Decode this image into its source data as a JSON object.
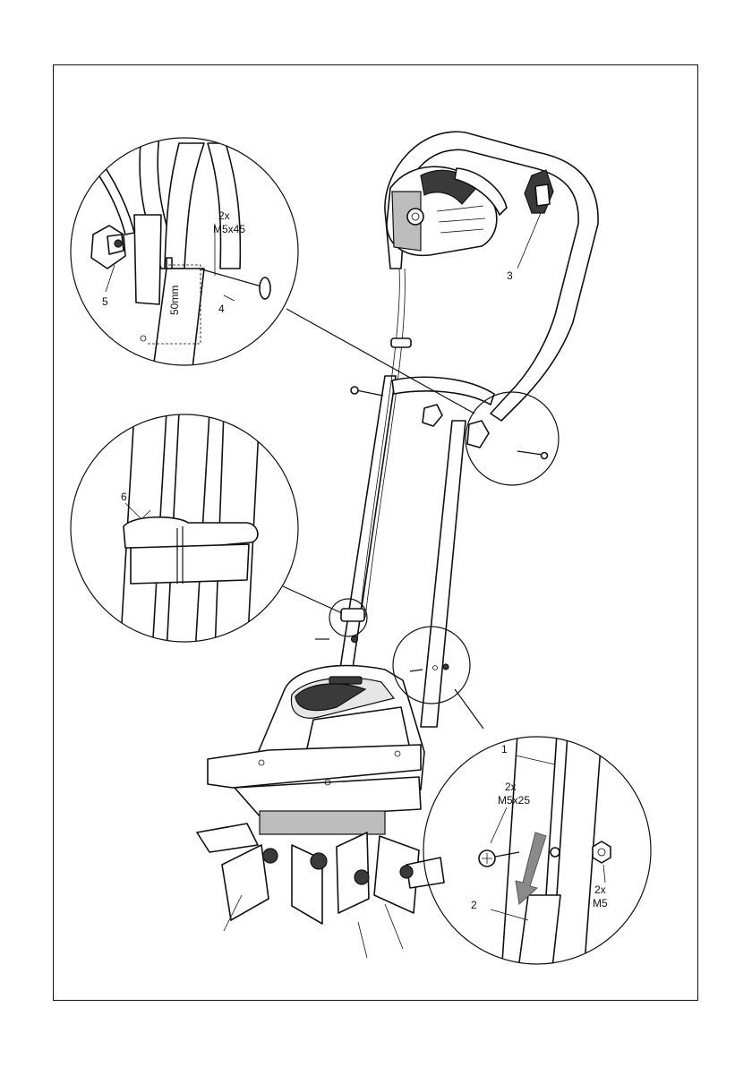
{
  "callouts": {
    "part_1": "1",
    "part_2": "2",
    "part_3": "3",
    "part_4": "4",
    "part_5": "5",
    "part_6": "6",
    "bolt_long_qty": "2x",
    "bolt_long_size": "M5x45",
    "distance": "50mm",
    "bolt_short_qty": "2x",
    "bolt_short_size": "M5x25",
    "nut_qty": "2x",
    "nut_size": "M5"
  },
  "colors": {
    "line": "#111111",
    "shade_dark": "#3a3a3a",
    "shade_grey": "#bdbdbd",
    "arrow": "#8a8a8a"
  }
}
